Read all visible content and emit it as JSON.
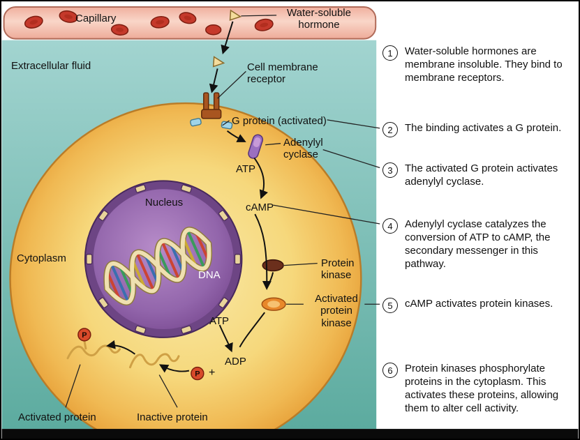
{
  "palette": {
    "teal_background": "#7fbfbc",
    "capillary_pink": "#f6c6b8",
    "blood_cell_red": "#c5392b",
    "cell_yellow": "#f5d678",
    "cell_edge_gold": "#e8a53c",
    "nucleus_purple": "#8a5ba5",
    "nucleus_ring": "#6d4584",
    "kinase_orange": "#e8882a",
    "phosphate_red": "#d84a2a",
    "hormone_tan": "#f4dc9c"
  },
  "labels": {
    "capillary": "Capillary",
    "hormone": "Water-soluble\nhormone",
    "extracellular": "Extracellular fluid",
    "receptor": "Cell membrane\nreceptor",
    "g_protein": "G protein (activated)",
    "adenylyl": "Adenylyl\ncyclase",
    "atp_top": "ATP",
    "camp": "cAMP",
    "protein_kinase": "Protein\nkinase",
    "act_kinase": "Activated\nprotein\nkinase",
    "atp_bottom": "ATP",
    "adp": "ADP",
    "plus": "+",
    "p": "P",
    "nucleus": "Nucleus",
    "dna": "DNA",
    "cytoplasm": "Cytoplasm",
    "activated_protein": "Activated protein",
    "inactive_protein": "Inactive protein"
  },
  "steps": [
    {
      "number": "1",
      "text": "Water-soluble hormones are membrane insoluble. They bind to membrane receptors."
    },
    {
      "number": "2",
      "text": "The binding activates a G protein."
    },
    {
      "number": "3",
      "text": "The activated G protein activates adenylyl cyclase."
    },
    {
      "number": "4",
      "text": "Adenylyl cyclase catalyzes the conversion of ATP to cAMP, the secondary messenger in this pathway."
    },
    {
      "number": "5",
      "text": "cAMP activates protein kinases."
    },
    {
      "number": "6",
      "text": "Protein kinases phosphorylate proteins in the cytoplasm. This activates these proteins, allowing them to alter cell activity."
    }
  ]
}
